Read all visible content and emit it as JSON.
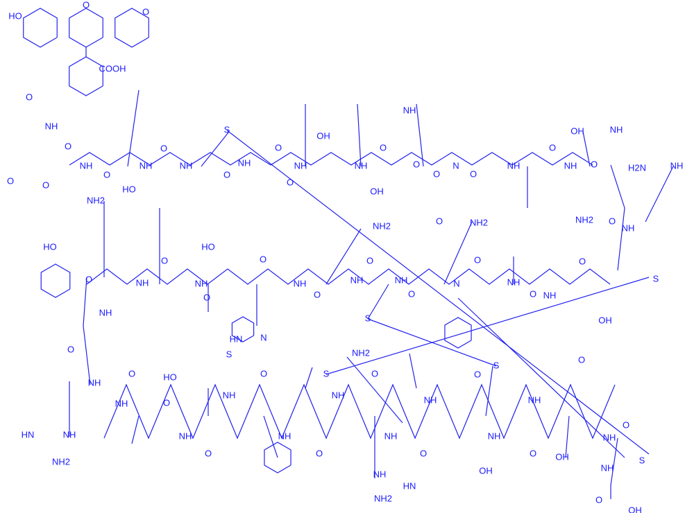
{
  "title": "Fluorescein-labeled cyclic peptide structure",
  "colors": {
    "structure": "#1a1aff",
    "background": "#ffffff"
  },
  "labels": [
    "HO",
    "O",
    "O",
    "COOH",
    "O",
    "NH",
    "O",
    "O",
    "O",
    "NH",
    "O",
    "NH",
    "O",
    "HO",
    "NH",
    "O",
    "S",
    "NH",
    "O",
    "NH",
    "O",
    "OH",
    "O",
    "NH",
    "O",
    "OH",
    "NH",
    "O",
    "N",
    "O",
    "NH",
    "O",
    "NH",
    "O",
    "OH",
    "H2N",
    "NH",
    "NH",
    "NH2",
    "O",
    "NH",
    "NH2",
    "HO",
    "O",
    "NH",
    "NH",
    "O",
    "NH",
    "O",
    "HO",
    "O",
    "NH",
    "O",
    "N",
    "HN",
    "NH2",
    "O",
    "NH",
    "S",
    "NH",
    "O",
    "NH2",
    "O",
    "N",
    "O",
    "NH",
    "O",
    "NH",
    "O",
    "S",
    "OH",
    "S",
    "NH2",
    "O",
    "NH",
    "O",
    "HN",
    "NH",
    "NH2",
    "NH",
    "O",
    "HO",
    "NH",
    "O",
    "NH",
    "O",
    "NH",
    "O",
    "NH",
    "O",
    "NH",
    "O",
    "NH",
    "O",
    "NH",
    "O",
    "S",
    "NH",
    "O",
    "O",
    "NH",
    "OH",
    "S",
    "NH",
    "O",
    "OH",
    "NH",
    "NH2",
    "S",
    "OH",
    "HN"
  ]
}
